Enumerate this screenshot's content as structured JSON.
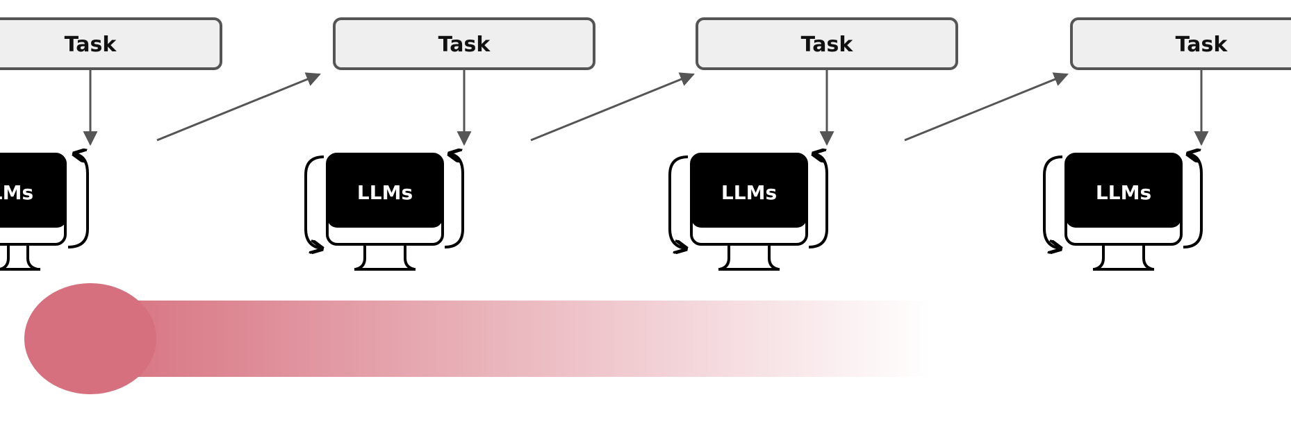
{
  "diagram": {
    "stages": [
      {
        "task_label": "Task",
        "model_label": "LLMs"
      },
      {
        "task_label": "Task",
        "model_label": "LLMs"
      },
      {
        "task_label": "Task",
        "model_label": "LLMs"
      },
      {
        "task_label": "Task",
        "model_label": "LLMs"
      }
    ]
  },
  "colors": {
    "task_fill": "#efefef",
    "task_stroke": "#555555",
    "arrow": "#555555",
    "monitor": "#000000",
    "gradient_bar": "#d6707e"
  },
  "icons": {
    "monitor": "computer-monitor-icon",
    "loop": "cycle-arrows-icon"
  }
}
